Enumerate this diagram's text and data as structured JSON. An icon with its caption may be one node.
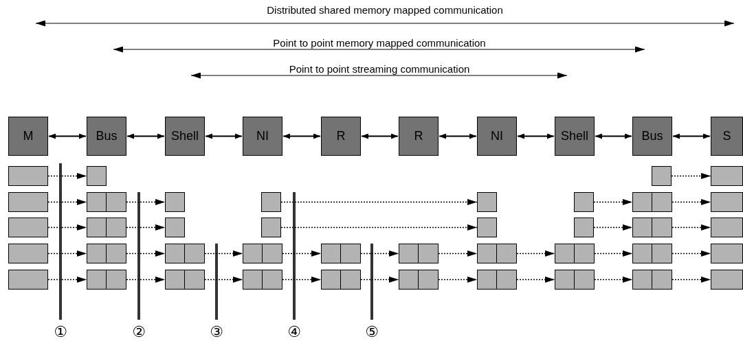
{
  "diagram": {
    "nodes": [
      {
        "text": [
          "M"
        ]
      },
      {
        "text": [
          "Bus"
        ]
      },
      {
        "text": [
          "Shell"
        ]
      },
      {
        "text": [
          "NI"
        ]
      },
      {
        "text": [
          "R"
        ]
      },
      {
        "text": [
          "R"
        ]
      },
      {
        "text": [
          "NI"
        ]
      },
      {
        "text": [
          "Shell"
        ]
      },
      {
        "text": [
          "Bus"
        ]
      },
      {
        "text": [
          "S"
        ]
      },
      {
        "text": [],
        "shape": "box"
      },
      {
        "text": [],
        "shape": "box"
      },
      {
        "text": [],
        "shape": "box"
      },
      {
        "text": [],
        "shape": "box"
      },
      {
        "text": [],
        "shape": "box"
      },
      {
        "text": [],
        "shape": "box"
      },
      {
        "text": [],
        "shape": "box"
      },
      {
        "text": [],
        "shape": "box"
      },
      {
        "text": [],
        "shape": "box"
      },
      {
        "text": [],
        "shape": "box"
      },
      {
        "text": [],
        "shape": "box"
      },
      {
        "text": [],
        "shape": "box"
      },
      {
        "text": [],
        "shape": "box"
      },
      {
        "text": [],
        "shape": "box"
      },
      {
        "text": [],
        "shape": "box"
      },
      {
        "text": [],
        "shape": "box"
      },
      {
        "text": [],
        "shape": "box"
      },
      {
        "text": [],
        "shape": "box"
      },
      {
        "text": [],
        "shape": "box"
      },
      {
        "text": [],
        "shape": "box"
      },
      {
        "text": [],
        "shape": "box"
      },
      {
        "text": [],
        "shape": "box"
      },
      {
        "text": [],
        "shape": "box"
      },
      {
        "text": [],
        "shape": "box"
      },
      {
        "text": [],
        "shape": "box"
      },
      {
        "text": [],
        "shape": "box"
      },
      {
        "text": [],
        "shape": "box"
      },
      {
        "text": [],
        "shape": "box"
      },
      {
        "text": [],
        "shape": "box"
      },
      {
        "text": [],
        "shape": "box"
      },
      {
        "text": [],
        "shape": "box"
      },
      {
        "text": [],
        "shape": "box"
      },
      {
        "text": [],
        "shape": "box"
      },
      {
        "text": [],
        "shape": "box"
      },
      {
        "text": [],
        "shape": "box"
      },
      {
        "text": [],
        "shape": "box"
      },
      {
        "text": [],
        "shape": "box"
      },
      {
        "text": [],
        "shape": "box"
      },
      {
        "text": [],
        "shape": "box"
      },
      {
        "text": [],
        "shape": "box"
      }
    ],
    "edges": [
      {
        "from": 0,
        "to": 1,
        "arrow": "both"
      },
      {
        "from": 1,
        "to": 2,
        "arrow": "both"
      },
      {
        "from": 2,
        "to": 3,
        "arrow": "both"
      },
      {
        "from": 3,
        "to": 4,
        "arrow": "both"
      },
      {
        "from": 4,
        "to": 5,
        "arrow": "both"
      },
      {
        "from": 5,
        "to": 6,
        "arrow": "both"
      },
      {
        "from": 6,
        "to": 7,
        "arrow": "both"
      },
      {
        "from": 7,
        "to": 8,
        "arrow": "both"
      },
      {
        "from": 8,
        "to": 9,
        "arrow": "both"
      },
      {
        "from": 10,
        "to": 11,
        "arrow": "to",
        "style": "dashed"
      },
      {
        "from": 12,
        "to": 13,
        "arrow": "to",
        "style": "dashed"
      },
      {
        "from": 14,
        "to": 15,
        "arrow": "to",
        "style": "dashed"
      },
      {
        "from": 15,
        "to": 16,
        "arrow": "to",
        "style": "dashed"
      },
      {
        "from": 17,
        "to": 18,
        "arrow": "to",
        "style": "dashed"
      },
      {
        "from": 19,
        "to": 20,
        "arrow": "to",
        "style": "dashed"
      },
      {
        "from": 20,
        "to": 21,
        "arrow": "to",
        "style": "dashed"
      },
      {
        "from": 22,
        "to": 23,
        "arrow": "to",
        "style": "dashed"
      },
      {
        "from": 23,
        "to": 24,
        "arrow": "to",
        "style": "dashed"
      },
      {
        "from": 25,
        "to": 26,
        "arrow": "to",
        "style": "dashed"
      },
      {
        "from": 27,
        "to": 28,
        "arrow": "to",
        "style": "dashed"
      },
      {
        "from": 28,
        "to": 29,
        "arrow": "to",
        "style": "dashed"
      },
      {
        "from": 30,
        "to": 31,
        "arrow": "to",
        "style": "dashed"
      },
      {
        "from": 31,
        "to": 32,
        "arrow": "to",
        "style": "dashed"
      },
      {
        "from": 32,
        "to": 33,
        "arrow": "to",
        "style": "dashed"
      },
      {
        "from": 33,
        "to": 34,
        "arrow": "to",
        "style": "dashed"
      },
      {
        "from": 34,
        "to": 35,
        "arrow": "to",
        "style": "dashed"
      },
      {
        "from": 35,
        "to": 36,
        "arrow": "to",
        "style": "dashed"
      },
      {
        "from": 36,
        "to": 37,
        "arrow": "to",
        "style": "dashed"
      },
      {
        "from": 37,
        "to": 38,
        "arrow": "to",
        "style": "dashed"
      },
      {
        "from": 38,
        "to": 39,
        "arrow": "to",
        "style": "dashed"
      },
      {
        "from": 40,
        "to": 41,
        "arrow": "to",
        "style": "dashed"
      },
      {
        "from": 41,
        "to": 42,
        "arrow": "to",
        "style": "dashed"
      },
      {
        "from": 42,
        "to": 43,
        "arrow": "to",
        "style": "dashed"
      },
      {
        "from": 43,
        "to": 44,
        "arrow": "to",
        "style": "dashed"
      },
      {
        "from": 44,
        "to": 45,
        "arrow": "to",
        "style": "dashed"
      },
      {
        "from": 45,
        "to": 46,
        "arrow": "to",
        "style": "dashed"
      },
      {
        "from": 46,
        "to": 47,
        "arrow": "to",
        "style": "dashed"
      },
      {
        "from": 47,
        "to": 48,
        "arrow": "to",
        "style": "dashed"
      },
      {
        "from": 48,
        "to": 49,
        "arrow": "to",
        "style": "dashed"
      }
    ],
    "labels": [
      "Distributed shared memory mapped communication",
      "Point to point memory mapped communication",
      "Point to point streaming communication",
      "①",
      "②",
      "③",
      "④",
      "⑤"
    ]
  }
}
